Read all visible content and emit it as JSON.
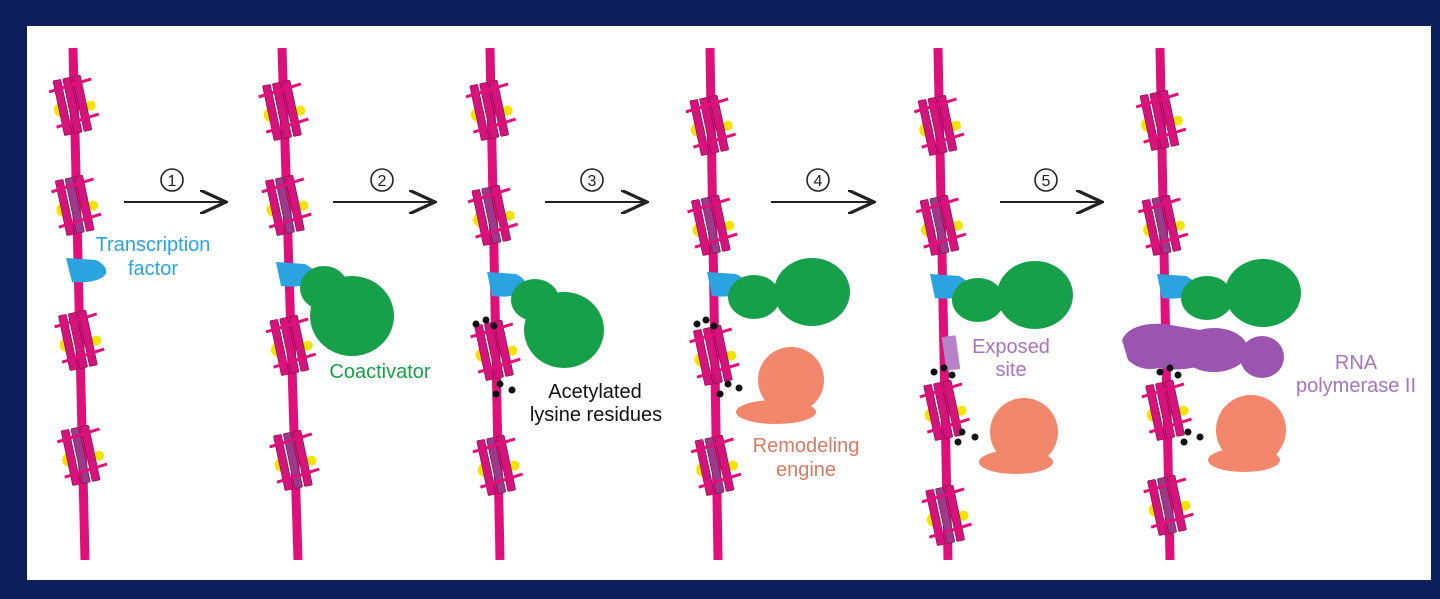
{
  "steps": [
    "1",
    "2",
    "3",
    "4",
    "5"
  ],
  "labels": {
    "transcription_factor": [
      "Transcription",
      "factor"
    ],
    "coactivator": "Coactivator",
    "acetylated": [
      "Acetylated",
      "lysine residues"
    ],
    "remodeling": [
      "Remodeling",
      "engine"
    ],
    "exposed": [
      "Exposed",
      "site"
    ],
    "rnapol": [
      "RNA",
      "polymerase II"
    ]
  },
  "colors": {
    "background": "#0c1f5c",
    "dna": "#e0107a",
    "histone_magenta": "#d4147c",
    "histone_purple": "#9b3a8a",
    "tail_yellow": "#f2e400",
    "transcription_factor": "#2aa3e0",
    "coactivator": "#17a04a",
    "remodeling_engine": "#f2876b",
    "rna_polymerase": "#9b55b0",
    "acetyl_mark": "#111111"
  }
}
